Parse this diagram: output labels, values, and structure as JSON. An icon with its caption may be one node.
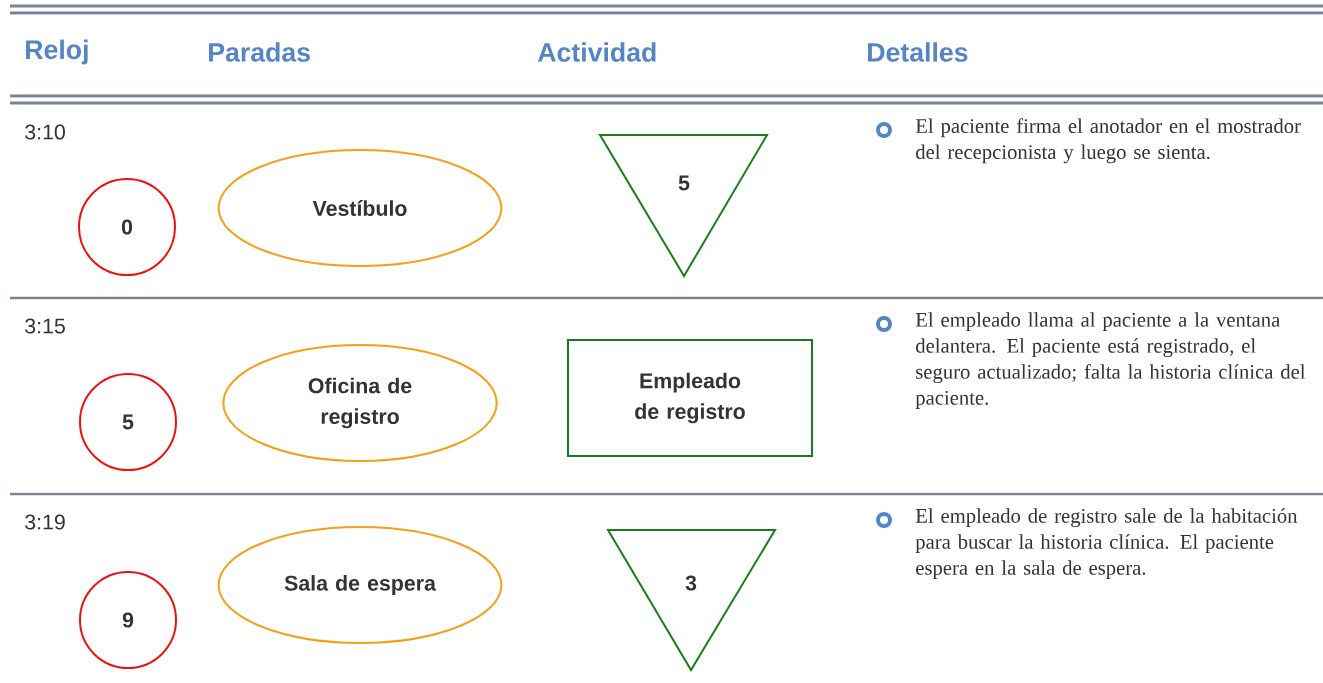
{
  "diagram": {
    "nodes": [
      {
        "text": [
          "0"
        ]
      },
      {
        "text": [
          "Vestíbulo"
        ]
      },
      {
        "text": [
          "5"
        ]
      },
      {
        "text": [
          "5"
        ]
      },
      {
        "text": [
          "Oficina de registro"
        ]
      },
      {
        "text": [
          "Empleado de registro"
        ]
      },
      {
        "text": [
          "9"
        ]
      },
      {
        "text": [
          "Sala de espera"
        ]
      },
      {
        "text": [
          "3"
        ]
      }
    ],
    "edges": [],
    "labels": [
      "Reloj",
      "Paradas",
      "Actividad",
      "Detalles",
      "3:10",
      "El paciente firma el anotador en el mostrador del recepcionista y luego se sienta.",
      "3:15",
      "El empleado llama al paciente a la ventana delantera. El paciente está registrado, el seguro actualizado; falta la historia clínica del paciente.",
      "3:19",
      "El empleado de registro sale de la habitación para buscar la historia clínica. El paciente espera en la sala de espera."
    ]
  }
}
